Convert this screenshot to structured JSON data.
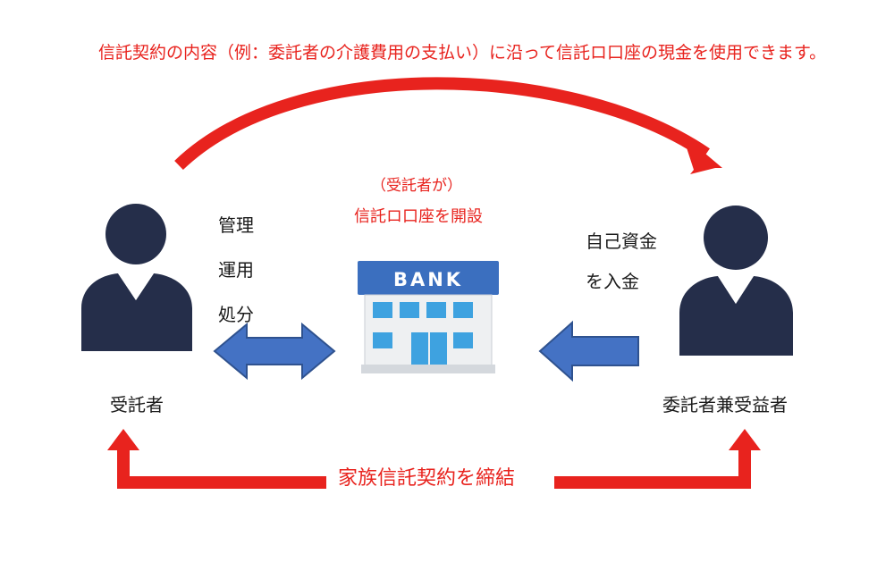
{
  "top_note": "信託契約の内容（例：委託者の介護費用の支払い）に沿って信託ロ口座の現金を使用できます。",
  "bank": {
    "sign": "BANK",
    "subtitle_line1": "（受託者が）",
    "subtitle_line2": "信託ロ口座を開設"
  },
  "trustee": {
    "name": "受託者",
    "actions": [
      "管理",
      "運用",
      "処分"
    ]
  },
  "settlor": {
    "name": "委託者兼受益者",
    "deposit_line1": "自己資金",
    "deposit_line2": "を入金"
  },
  "contract_label": "家族信託契約を締結",
  "colors": {
    "accent_red": "#e8231e",
    "arrow_blue": "#4472c4",
    "person_navy": "#252e4a"
  },
  "icons": [
    "person-icon",
    "bank-building-icon",
    "double-arrow-icon",
    "left-arrow-icon"
  ]
}
